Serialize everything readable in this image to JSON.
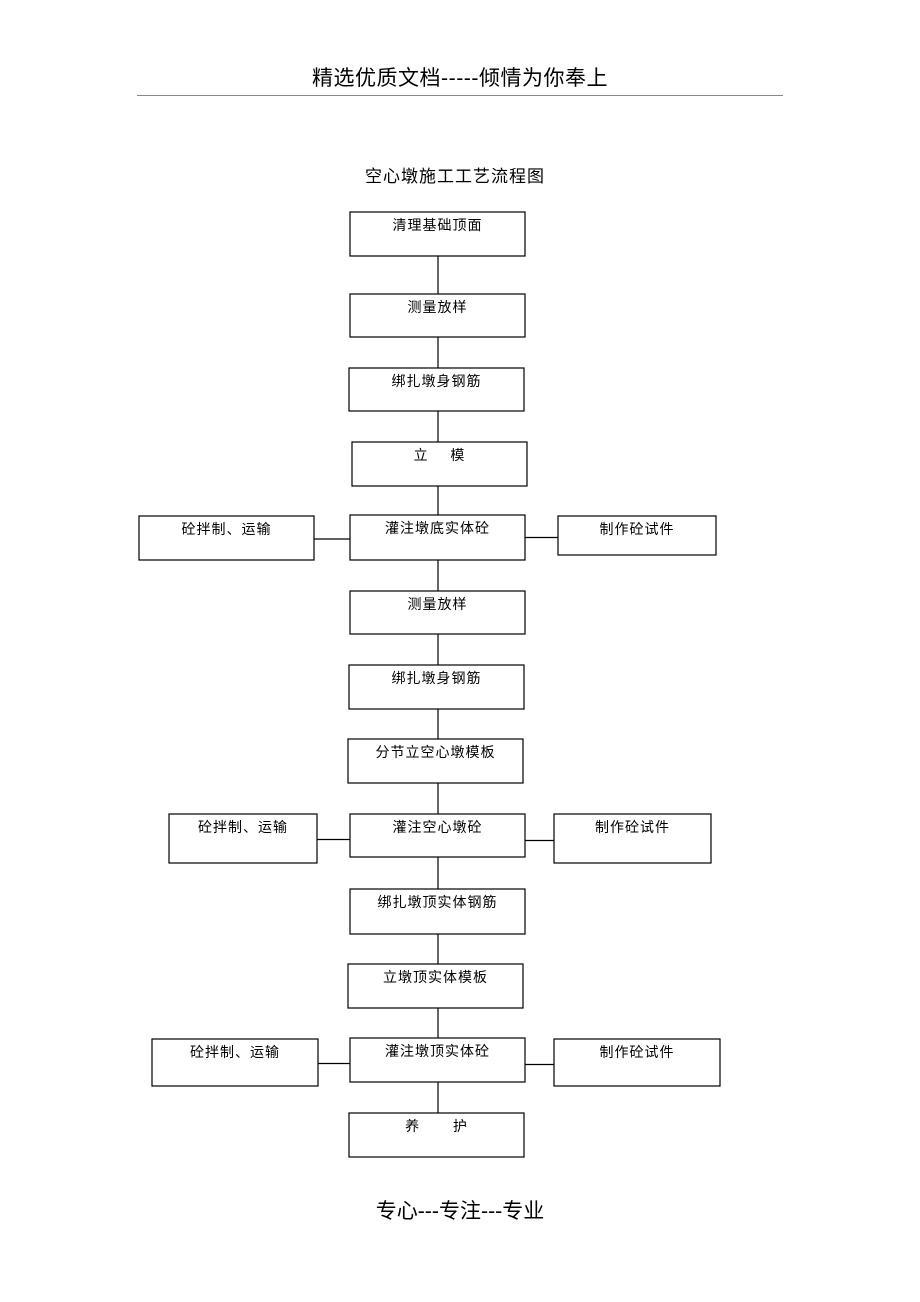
{
  "document": {
    "header": "精选优质文档-----倾情为你奉上",
    "title": "空心墩施工工艺流程图",
    "footer": "专心---专注---专业"
  },
  "flowchart": {
    "main_steps": [
      "清理基础顶面",
      "测量放样",
      "绑扎墩身钢筋",
      "立    模",
      "灌注墩底实体砼",
      "测量放样",
      "绑扎墩身钢筋",
      "分节立空心墩模板",
      "灌注空心墩砼",
      "绑扎墩顶实体钢筋",
      "立墩顶实体模板",
      "灌注墩顶实体砼",
      "养      护"
    ],
    "side_steps": [
      {
        "attached_to": 4,
        "left": "砼拌制、运输",
        "right": "制作砼试件"
      },
      {
        "attached_to": 8,
        "left": "砼拌制、运输",
        "right": "制作砼试件"
      },
      {
        "attached_to": 11,
        "left": "砼拌制、运输",
        "right": "制作砼试件"
      }
    ]
  }
}
